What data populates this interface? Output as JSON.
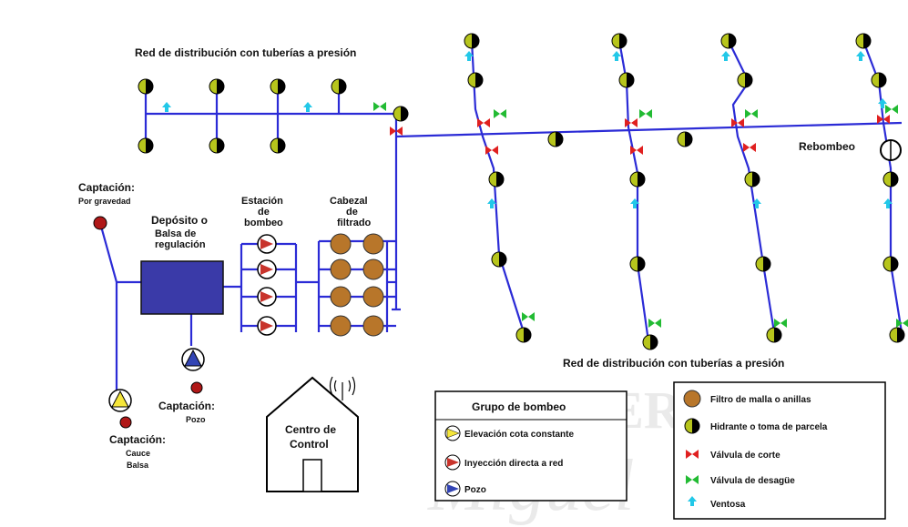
{
  "title_top": "Red de distribución con tuberías a presión",
  "title_bottom": "Red de distribución con tuberías a presión",
  "rebombeo": "Rebombeo",
  "captacion_gravedad": {
    "title": "Captación:",
    "sub": "Por gravedad"
  },
  "captacion_pozo": {
    "title": "Captación:",
    "sub": "Pozo"
  },
  "captacion_cauce": {
    "title": "Captación:",
    "sub1": "Cauce",
    "sub2": "Balsa"
  },
  "deposito": {
    "line1": "Depósito o",
    "line2": "Balsa de",
    "line3": "regulación"
  },
  "estacion": {
    "line1": "Estación",
    "line2": "de",
    "line3": "bombeo"
  },
  "cabezal": {
    "line1": "Cabezal",
    "line2": "de",
    "line3": "filtrado"
  },
  "centro": {
    "line1": "Centro de",
    "line2": "Control"
  },
  "legend_pumps": {
    "title": "Grupo de bombeo",
    "items": [
      "Elevación cota constante",
      "Inyección directa a red",
      "Pozo"
    ]
  },
  "legend_symbols": {
    "items": [
      "Filtro de malla o anillas",
      "Hidrante o toma de parcela",
      "Válvula de corte",
      "Válvula de desagüe",
      "Ventosa"
    ]
  },
  "watermark": "UNIVERSITAS Miguel Hernández",
  "colors": {
    "pipe": "#2b2bd6",
    "deposit": "#3a3aa8",
    "filter": "#b8762a",
    "valve_cut": "#e02020",
    "valve_drain": "#22bb33",
    "vent": "#22c8e8",
    "hydrant_fill": "#b7c51c",
    "captacion": "#b01818",
    "pump_yellow": "#f5e63a",
    "pump_red": "#c8342c",
    "pump_blue": "#3244b4"
  }
}
